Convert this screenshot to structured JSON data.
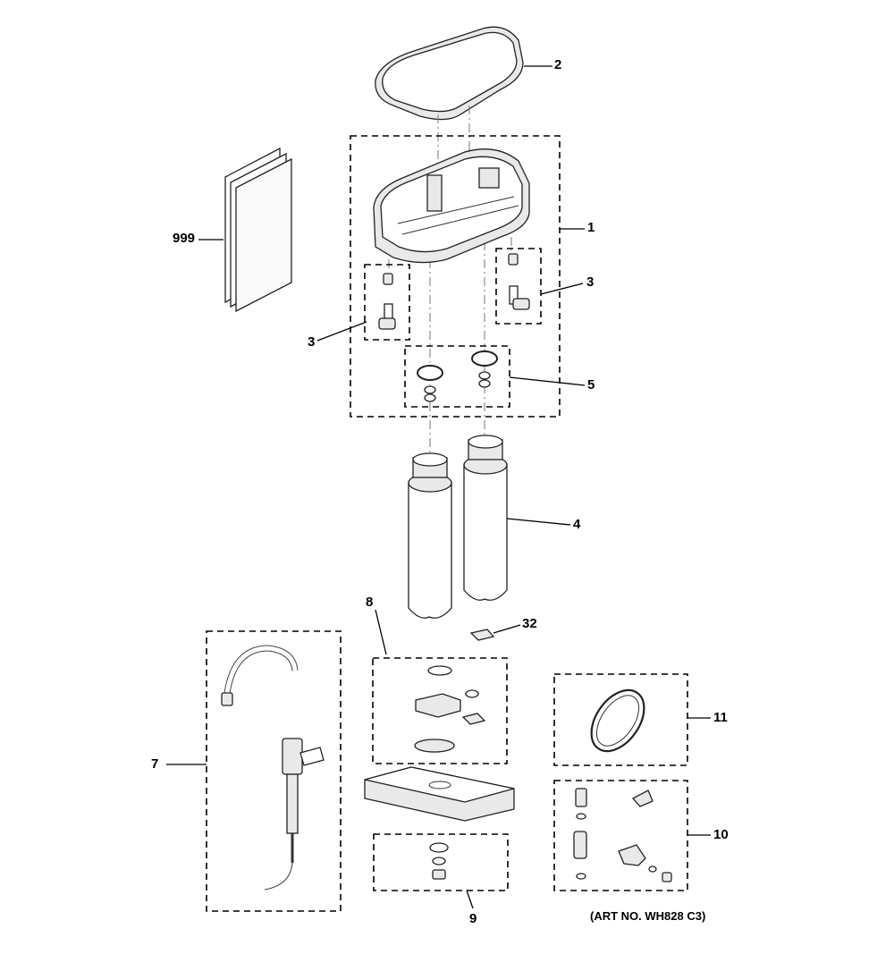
{
  "diagram": {
    "callouts": {
      "c2": "2",
      "c999": "999",
      "c1": "1",
      "c3_right": "3",
      "c3_left": "3",
      "c5": "5",
      "c4": "4",
      "c8": "8",
      "c32": "32",
      "c11": "11",
      "c7": "7",
      "c10": "10",
      "c9": "9"
    },
    "art_number": "(ART NO. WH828 C3)"
  }
}
